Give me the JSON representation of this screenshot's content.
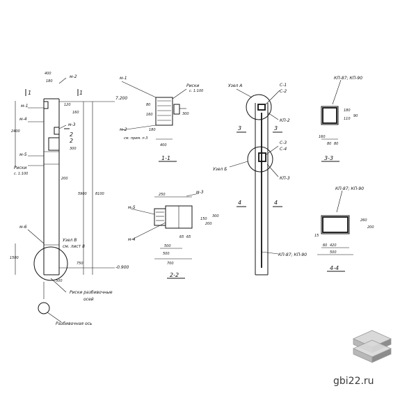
{
  "watermark": {
    "site": "gbi22.ru",
    "logo_colors": [
      "#d9d9d9",
      "#b8b8b8",
      "#8c8c8c"
    ]
  },
  "main_view": {
    "marks": [
      "м-1",
      "м-2",
      "м-3",
      "м-4",
      "м-5",
      "м-6"
    ],
    "dims": [
      "400",
      "180",
      "120",
      "160",
      "2400",
      "300",
      "200",
      "5900",
      "8100",
      "1500",
      "750",
      "500"
    ],
    "levels": [
      "7.200",
      "-0.900"
    ],
    "section_marks": [
      "1",
      "1",
      "2",
      "2"
    ],
    "risk_label_1": "Риски",
    "risk_label_2": "с. 1:100",
    "node_label_1": "Узел В",
    "node_label_2": "см. лист 8",
    "axis_marks_label_1": "Риски разбивочные",
    "axis_marks_label_2": "осей",
    "axis_label": "Разбивочная ось"
  },
  "section_1_1": {
    "title": "1-1",
    "marks": [
      "м-1",
      "м-2"
    ],
    "note_1": "Риски",
    "note_2": "с. 1:100",
    "see_note": "см. прим. п.3",
    "dims": [
      "80",
      "160",
      "180",
      "300",
      "400"
    ]
  },
  "section_2_2": {
    "title": "2-2",
    "marks": [
      "м-3",
      "м-5",
      "м-4"
    ],
    "dims": [
      "250",
      "150",
      "200",
      "500",
      "65",
      "65",
      "500",
      "700",
      "300"
    ]
  },
  "column_side": {
    "node_a": "Узел А",
    "node_b": "Узел Б",
    "parts": [
      "С-1",
      "С-2",
      "С-3",
      "С-4"
    ],
    "beams": [
      "КП-2",
      "КП-3",
      "КП-87; КП-90"
    ],
    "section_marks": [
      "3",
      "3",
      "4",
      "4"
    ]
  },
  "section_3_3": {
    "title": "3-3",
    "beam_label": "КП-87; КП-90",
    "dims": [
      "180",
      "110",
      "90",
      "160",
      "80",
      "80"
    ]
  },
  "section_4_4": {
    "title": "4-4",
    "beam_label": "КП-87; КП-90",
    "dims": [
      "15",
      "60",
      "420",
      "500",
      "260",
      "200"
    ]
  }
}
